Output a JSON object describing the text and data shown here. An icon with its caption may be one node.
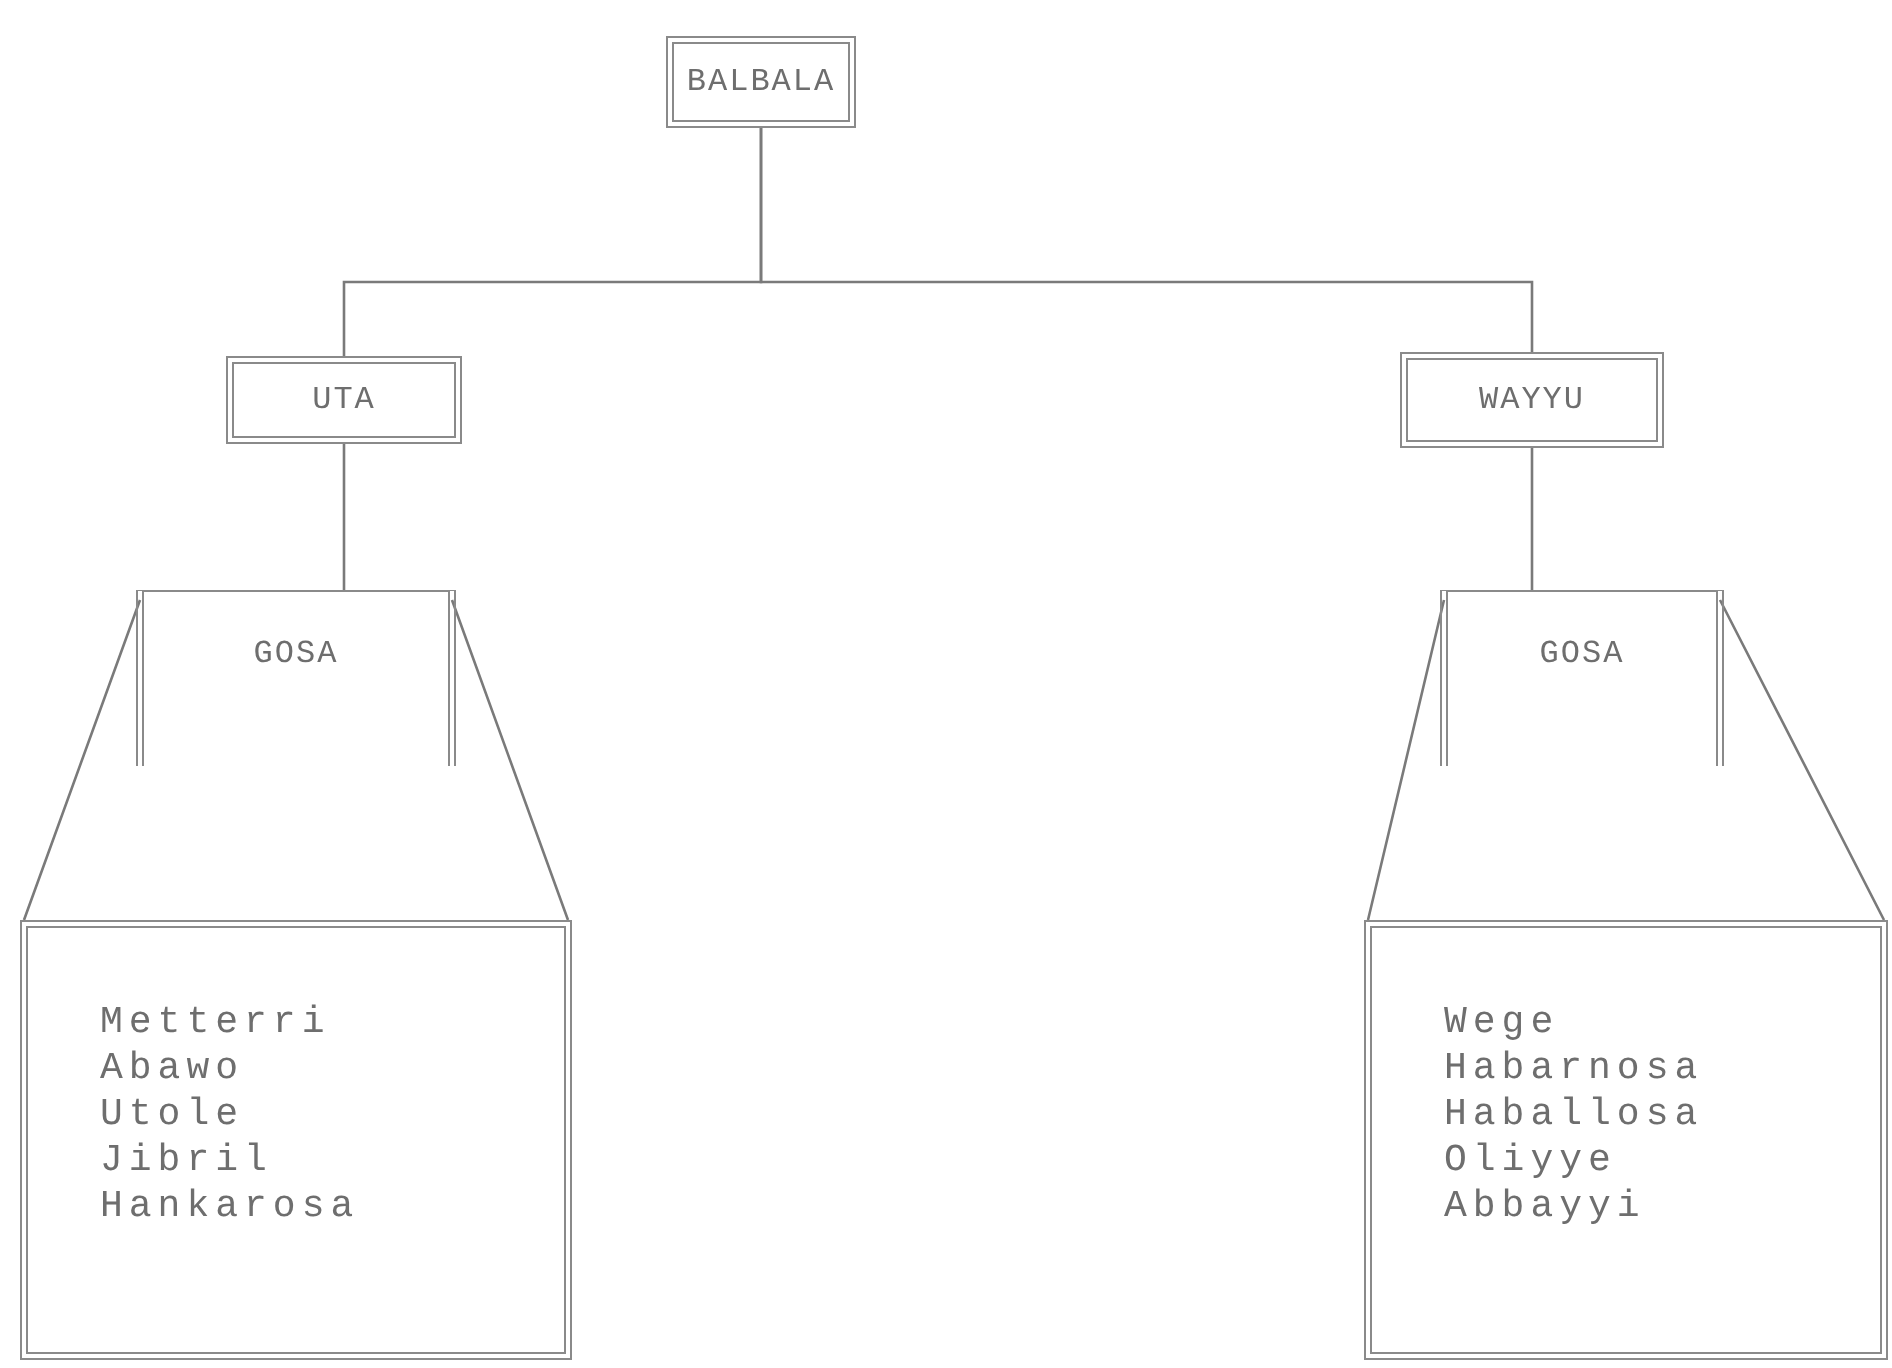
{
  "diagram": {
    "nodes": [
      {
        "text": [
          "BALBALA"
        ]
      },
      {
        "text": [
          "UTA"
        ]
      },
      {
        "text": [
          "WAYYU"
        ]
      },
      {
        "text": [
          "GOSA"
        ]
      },
      {
        "text": [
          "Metterri",
          "Abawo",
          "Utole",
          "Jibril",
          "Hankarosa"
        ]
      },
      {
        "text": [
          "GOSA"
        ]
      },
      {
        "text": [
          "Wege",
          "Habarnosa",
          "Haballosa",
          "Oliyye",
          "Abbayyi"
        ]
      }
    ],
    "edges": [
      {
        "from": 0,
        "to": 1,
        "arrow": "none"
      },
      {
        "from": 0,
        "to": 2,
        "arrow": "none"
      },
      {
        "from": 1,
        "to": 3,
        "arrow": "none"
      },
      {
        "from": 2,
        "to": 5,
        "arrow": "none"
      },
      {
        "from": 3,
        "to": 4,
        "arrow": "none"
      },
      {
        "from": 5,
        "to": 6,
        "arrow": "none"
      }
    ]
  }
}
